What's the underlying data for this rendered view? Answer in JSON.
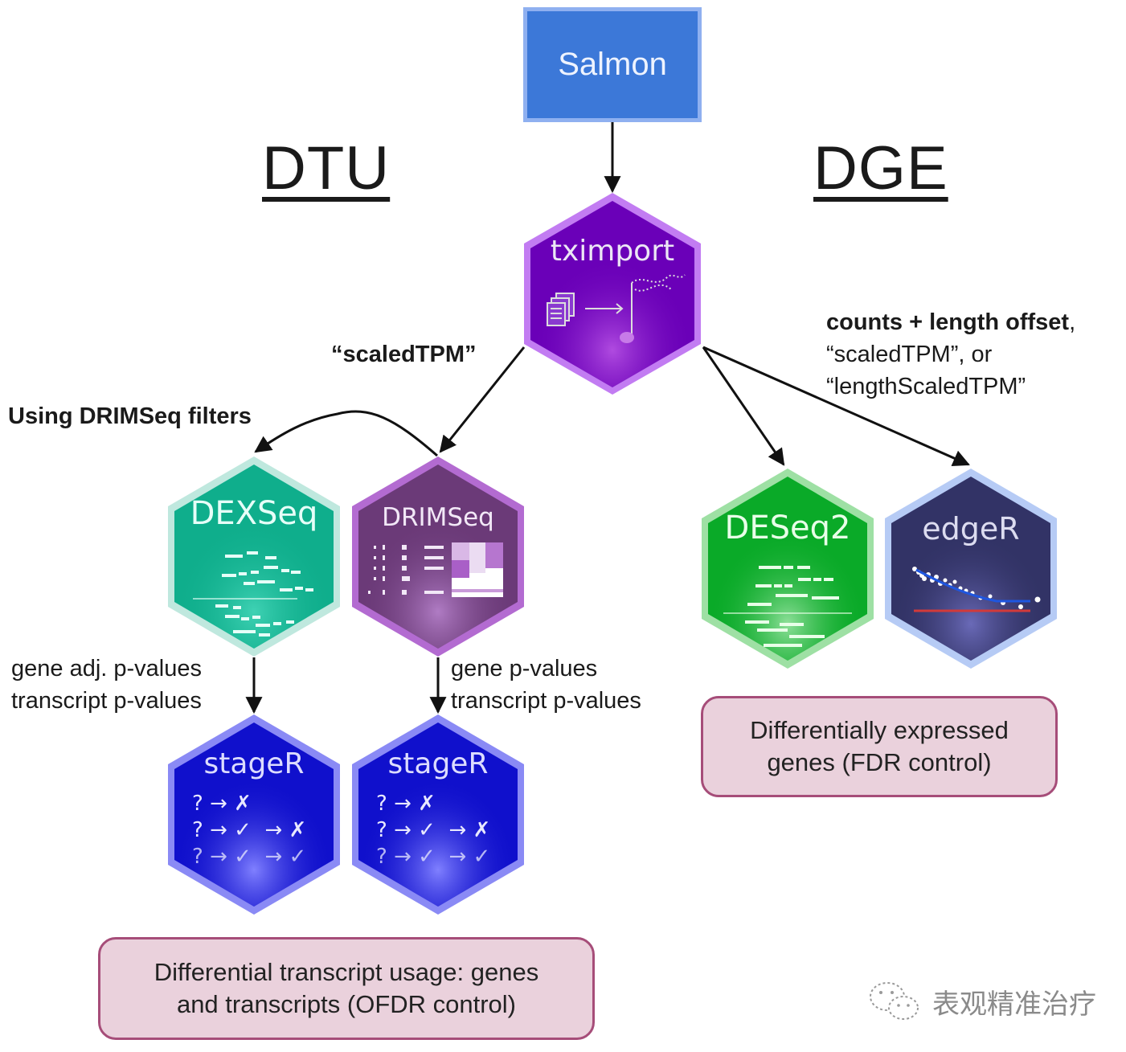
{
  "title_box": {
    "label": "Salmon",
    "color": "#3c78d8"
  },
  "headings": {
    "left": "DTU",
    "right": "DGE"
  },
  "nodes": {
    "tximport": {
      "label": "tximport",
      "fill": "#6a00b8",
      "border": "#c27cf2"
    },
    "dexseq": {
      "label": "DEXSeq",
      "fill": "#0fae8c",
      "border": "#bfe8de"
    },
    "drimseq": {
      "label": "DRIMSeq",
      "fill": "#6b3a78",
      "border": "#b36bd1"
    },
    "deseq2": {
      "label": "DESeq2",
      "fill": "#0aaa28",
      "border": "#9ee0a4"
    },
    "edger": {
      "label": "edgeR",
      "fill": "#323366",
      "border": "#b6cbf5"
    },
    "stager_left": {
      "label": "stageR",
      "fill": "#1010cc",
      "border": "#8a8af5"
    },
    "stager_right": {
      "label": "stageR",
      "fill": "#1010cc",
      "border": "#8a8af5"
    }
  },
  "stager_rows": [
    {
      "q": "?",
      "arrow1": "→",
      "r1": "✗",
      "arrow2": "",
      "r2": ""
    },
    {
      "q": "?",
      "arrow1": "→",
      "r1": "✓",
      "arrow2": "→",
      "r2": "✗"
    },
    {
      "q": "?",
      "arrow1": "→",
      "r1": "✓",
      "arrow2": "→",
      "r2": "✓"
    }
  ],
  "edge_labels": {
    "scaled_tpm_dtu": "“scaledTPM”",
    "drimseq_filters": "Using DRIMSeq filters",
    "dge_line1": "counts + length offset",
    "dge_line1_suffix": ",",
    "dge_line2": "“scaledTPM”, or",
    "dge_line3": "“lengthScaledTPM”",
    "dexseq_out_line1": "gene adj. p-values",
    "dexseq_out_line2": "transcript p-values",
    "drimseq_out_line1": "gene p-values",
    "drimseq_out_line2": "transcript p-values"
  },
  "results": {
    "dge": {
      "line1": "Differentially expressed",
      "line2": "genes (FDR control)"
    },
    "dtu": {
      "line1": "Differential transcript usage: genes",
      "line2": "and transcripts (OFDR control)"
    }
  },
  "watermark": {
    "text": "表观精准治疗",
    "icon": "wechat-icon"
  }
}
